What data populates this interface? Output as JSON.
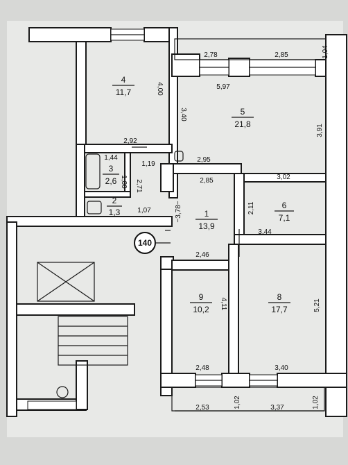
{
  "apartment_number": "140",
  "rooms": [
    {
      "id": "r1",
      "number": "1",
      "area": "13,9"
    },
    {
      "id": "r2",
      "number": "2",
      "area": "1,3"
    },
    {
      "id": "r3",
      "number": "3",
      "area": "2,6"
    },
    {
      "id": "r4",
      "number": "4",
      "area": "11,7"
    },
    {
      "id": "r5",
      "number": "5",
      "area": "21,8"
    },
    {
      "id": "r6",
      "number": "6",
      "area": "7,1"
    },
    {
      "id": "r8",
      "number": "8",
      "area": "17,7"
    },
    {
      "id": "r9",
      "number": "9",
      "area": "10,2"
    }
  ],
  "dimensions": {
    "d278": "2,78",
    "d285_top": "2,85",
    "d104": "1,04",
    "d597": "5,97",
    "d400": "4,00",
    "d340_v": "3,40",
    "d391": "3,91",
    "d292": "2,92",
    "d295": "2,95",
    "d144": "1,44",
    "d119": "1,19",
    "d180": "1,80",
    "d271": "2,71",
    "d285_mid": "2,85",
    "d302": "3,02",
    "d107": "1,07",
    "d378": "−3,78−",
    "d211": "2,11",
    "d344": "3,44",
    "d246": "2,46",
    "d411": "4,11",
    "d521": "5,21",
    "d248": "2,48",
    "d340_h": "3,40",
    "d253": "2,53",
    "d102_a": "1,02",
    "d337": "3,37",
    "d102_b": "1,02"
  }
}
